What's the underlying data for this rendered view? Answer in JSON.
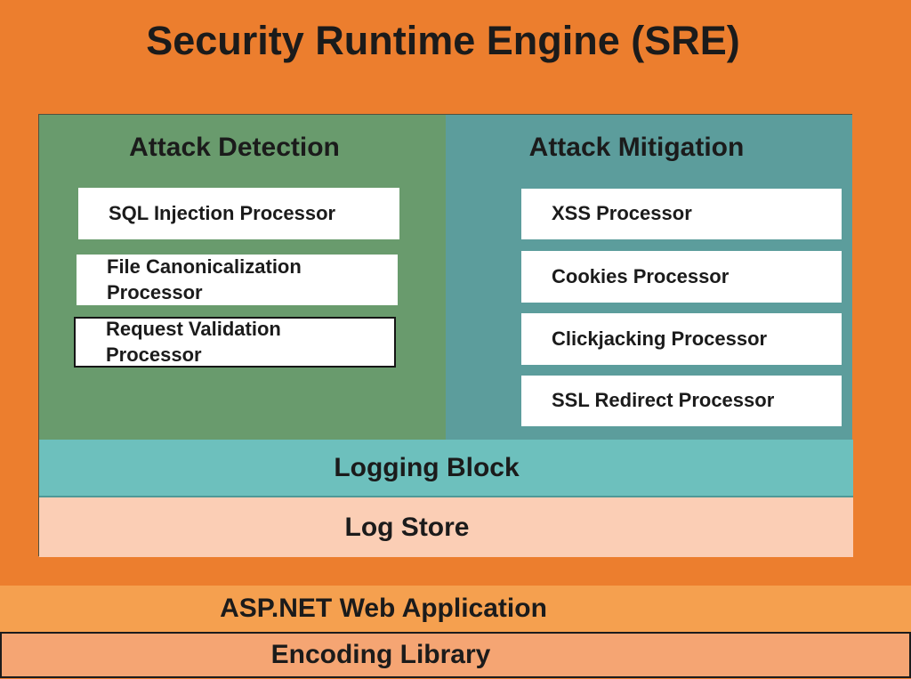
{
  "title": "Security Runtime Engine (SRE)",
  "panels": [
    {
      "title": "Attack Detection",
      "items": [
        "SQL Injection Processor",
        "File Canonicalization Processor",
        "Request Validation Processor"
      ]
    },
    {
      "title": "Attack Mitigation",
      "items": [
        "XSS Processor",
        "Cookies Processor",
        "Clickjacking Processor",
        "SSL Redirect Processor"
      ]
    }
  ],
  "bars": {
    "logging_block": "Logging Block",
    "log_store": "Log Store",
    "asp_net_web_app": "ASP.NET Web Application",
    "encoding_library": "Encoding Library"
  },
  "colors": {
    "background_orange": "#EC7E2E",
    "attack_detection_green": "#699B6D",
    "attack_mitigation_teal": "#5C9D9C",
    "logging_block_teal": "#6DC0BD",
    "log_store_peach": "#FBCEB5",
    "asp_net_orange": "#F5A04F",
    "encoding_library_orange": "#F5A573",
    "processor_box_white": "#FFFFFF",
    "text_black": "#1B1B1B"
  }
}
